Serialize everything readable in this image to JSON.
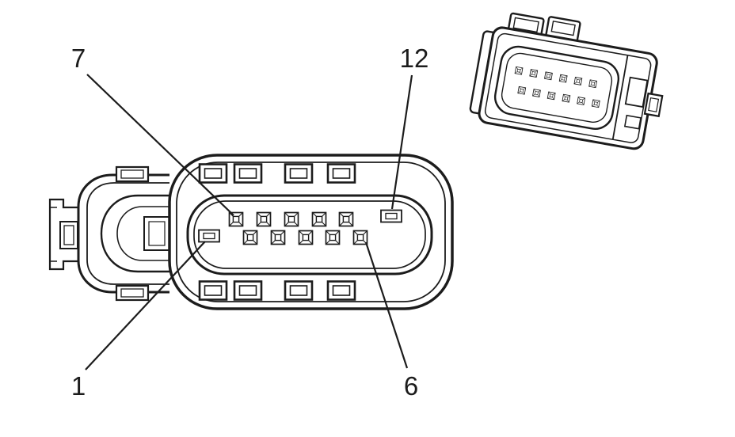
{
  "figure": {
    "background": "#ffffff",
    "line_color": "#1c1c1c",
    "callouts": [
      {
        "label": "7"
      },
      {
        "label": "12"
      },
      {
        "label": "1"
      },
      {
        "label": "6"
      }
    ]
  }
}
